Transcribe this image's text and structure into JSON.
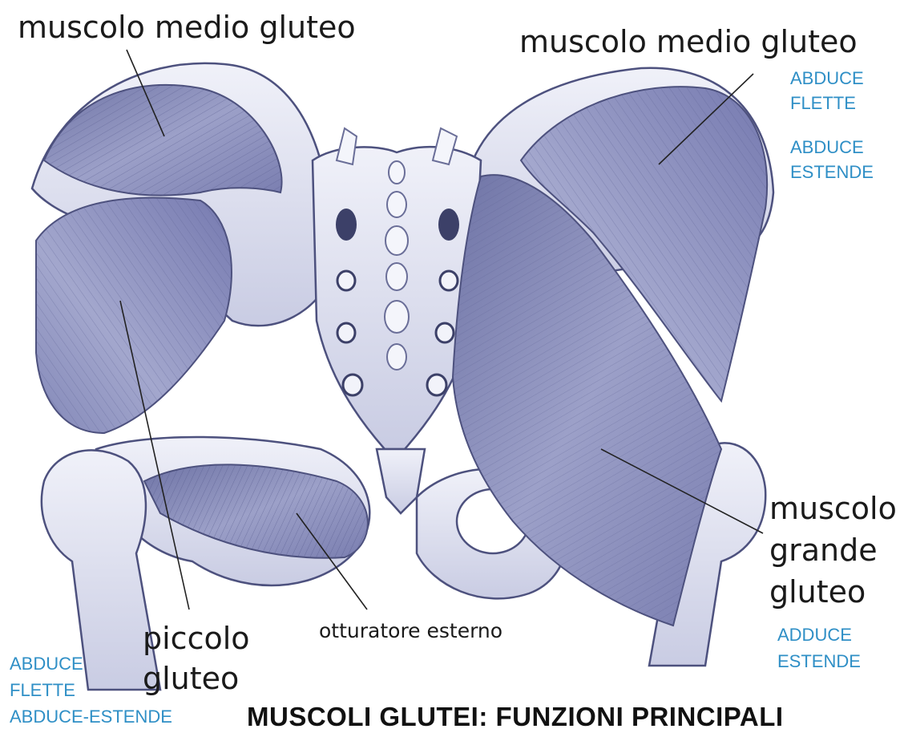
{
  "labels": {
    "medio_left": "muscolo medio gluteo",
    "medio_right": "muscolo medio gluteo",
    "grande_line1": "muscolo",
    "grande_line2": "grande",
    "grande_line3": "gluteo",
    "piccolo_line1": "piccolo",
    "piccolo_line2": "gluteo",
    "otturatore": "otturatore esterno"
  },
  "functions": {
    "medio_right": [
      "ABDUCE",
      "FLETTE",
      "ABDUCE",
      "ESTENDE"
    ],
    "grande": [
      "ADDUCE",
      "ESTENDE"
    ],
    "piccolo": [
      "ABDUCE",
      "FLETTE",
      "ABDUCE-ESTENDE"
    ]
  },
  "title": "MUSCOLI GLUTEI: FUNZIONI PRINCIPALI",
  "colors": {
    "function_text": "#2f8fc6",
    "muscle_fill": "#8a8fb8",
    "bone_fill": "#dcdff0"
  }
}
